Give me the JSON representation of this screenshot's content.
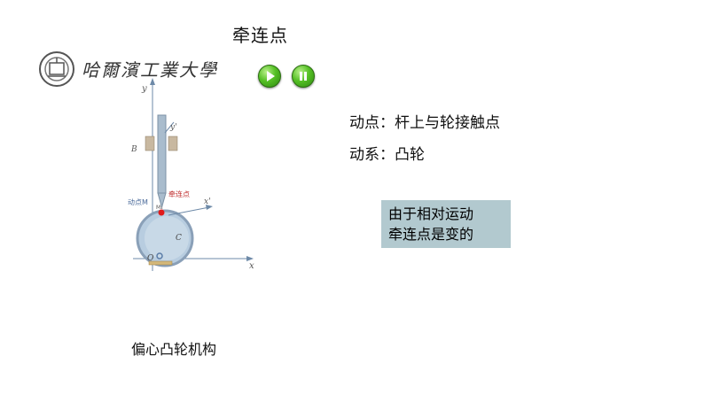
{
  "title": "牵连点",
  "logo": {
    "text": "哈爾濱工業大學"
  },
  "controls": {
    "play_icon": "play-icon",
    "pause_icon": "pause-icon",
    "accent": "#55c025"
  },
  "diagram": {
    "axis_y": "y",
    "axis_y_prime": "y'",
    "axis_x": "x",
    "axis_x_prime": "x'",
    "label_B": "B",
    "label_moving_point": "动点M",
    "label_transport_point": "牵连点",
    "label_center": "C",
    "label_origin": "O",
    "label_m_sub": "M₁",
    "colors": {
      "rod": "#a9bccd",
      "cam": "#b8cde0",
      "point": "#e01a1a",
      "axis": "#6e8aa8"
    }
  },
  "info": {
    "line1": "动点：杆上与轮接触点",
    "line2": "动系：凸轮"
  },
  "callout": {
    "line1": "由于相对运动",
    "line2": "牵连点是变的",
    "background": "#b2c9cf"
  },
  "caption": "偏心凸轮机构"
}
